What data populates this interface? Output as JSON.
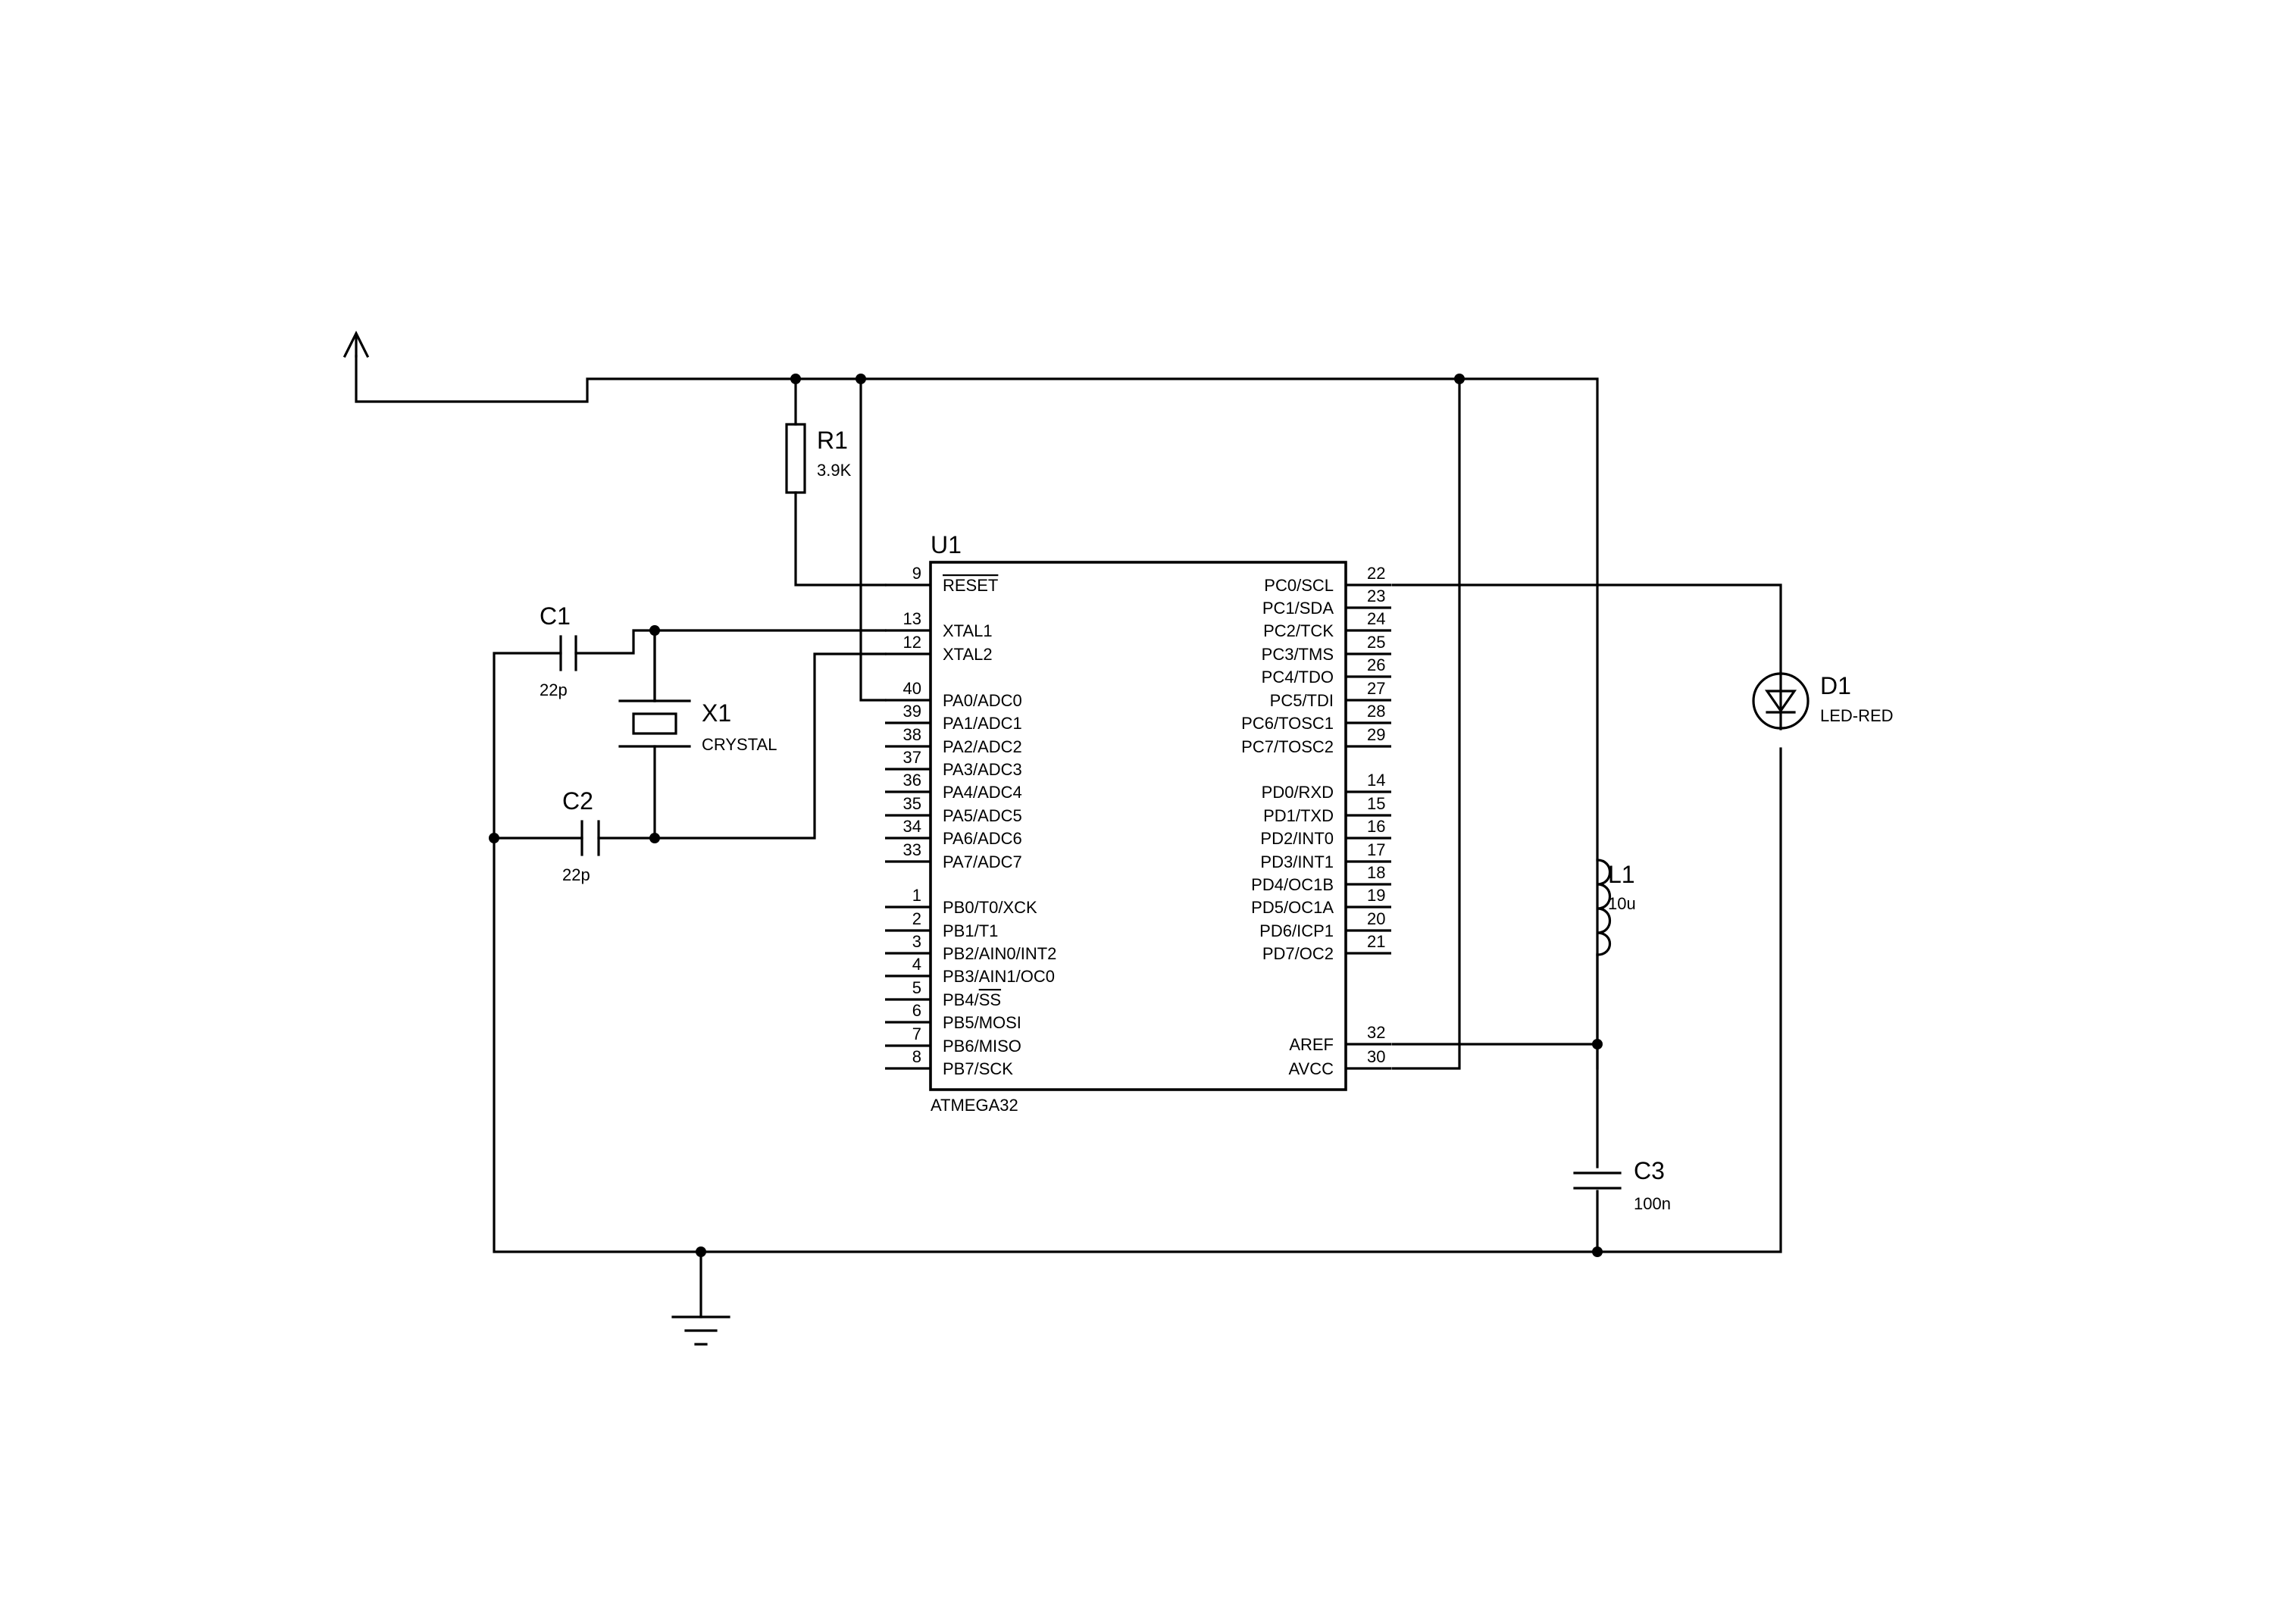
{
  "u1": {
    "ref": "U1",
    "value": "ATMEGA32",
    "left_pins": [
      {
        "num": "9",
        "name": "RESET",
        "overline": true
      },
      {
        "num": "13",
        "name": "XTAL1"
      },
      {
        "num": "12",
        "name": "XTAL2"
      },
      {
        "num": "40",
        "name": "PA0/ADC0"
      },
      {
        "num": "39",
        "name": "PA1/ADC1"
      },
      {
        "num": "38",
        "name": "PA2/ADC2"
      },
      {
        "num": "37",
        "name": "PA3/ADC3"
      },
      {
        "num": "36",
        "name": "PA4/ADC4"
      },
      {
        "num": "35",
        "name": "PA5/ADC5"
      },
      {
        "num": "34",
        "name": "PA6/ADC6"
      },
      {
        "num": "33",
        "name": "PA7/ADC7"
      },
      {
        "num": "1",
        "name": "PB0/T0/XCK"
      },
      {
        "num": "2",
        "name": "PB1/T1"
      },
      {
        "num": "3",
        "name": "PB2/AIN0/INT2"
      },
      {
        "num": "4",
        "name": "PB3/AIN1/OC0"
      },
      {
        "num": "5",
        "name": "PB4/SS",
        "overline_part": "SS"
      },
      {
        "num": "6",
        "name": "PB5/MOSI"
      },
      {
        "num": "7",
        "name": "PB6/MISO"
      },
      {
        "num": "8",
        "name": "PB7/SCK"
      }
    ],
    "right_pins": [
      {
        "num": "22",
        "name": "PC0/SCL"
      },
      {
        "num": "23",
        "name": "PC1/SDA"
      },
      {
        "num": "24",
        "name": "PC2/TCK"
      },
      {
        "num": "25",
        "name": "PC3/TMS"
      },
      {
        "num": "26",
        "name": "PC4/TDO"
      },
      {
        "num": "27",
        "name": "PC5/TDI"
      },
      {
        "num": "28",
        "name": "PC6/TOSC1"
      },
      {
        "num": "29",
        "name": "PC7/TOSC2"
      },
      {
        "num": "14",
        "name": "PD0/RXD"
      },
      {
        "num": "15",
        "name": "PD1/TXD"
      },
      {
        "num": "16",
        "name": "PD2/INT0"
      },
      {
        "num": "17",
        "name": "PD3/INT1"
      },
      {
        "num": "18",
        "name": "PD4/OC1B"
      },
      {
        "num": "19",
        "name": "PD5/OC1A"
      },
      {
        "num": "20",
        "name": "PD6/ICP1"
      },
      {
        "num": "21",
        "name": "PD7/OC2"
      },
      {
        "num": "32",
        "name": "AREF"
      },
      {
        "num": "30",
        "name": "AVCC"
      }
    ]
  },
  "components": {
    "r1": {
      "ref": "R1",
      "value": "3.9K"
    },
    "c1": {
      "ref": "C1",
      "value": "22p"
    },
    "c2": {
      "ref": "C2",
      "value": "22p"
    },
    "x1": {
      "ref": "X1",
      "value": "CRYSTAL"
    },
    "d1": {
      "ref": "D1",
      "value": "LED-RED"
    },
    "l1": {
      "ref": "L1",
      "value": "10u"
    },
    "c3": {
      "ref": "C3",
      "value": "100n"
    }
  },
  "symbols": {
    "power": "power-terminal-icon",
    "ground": "ground-icon",
    "led": "led-icon",
    "inductor": "inductor-icon",
    "crystal": "crystal-icon",
    "resistor": "resistor-icon",
    "capacitor": "capacitor-icon"
  }
}
